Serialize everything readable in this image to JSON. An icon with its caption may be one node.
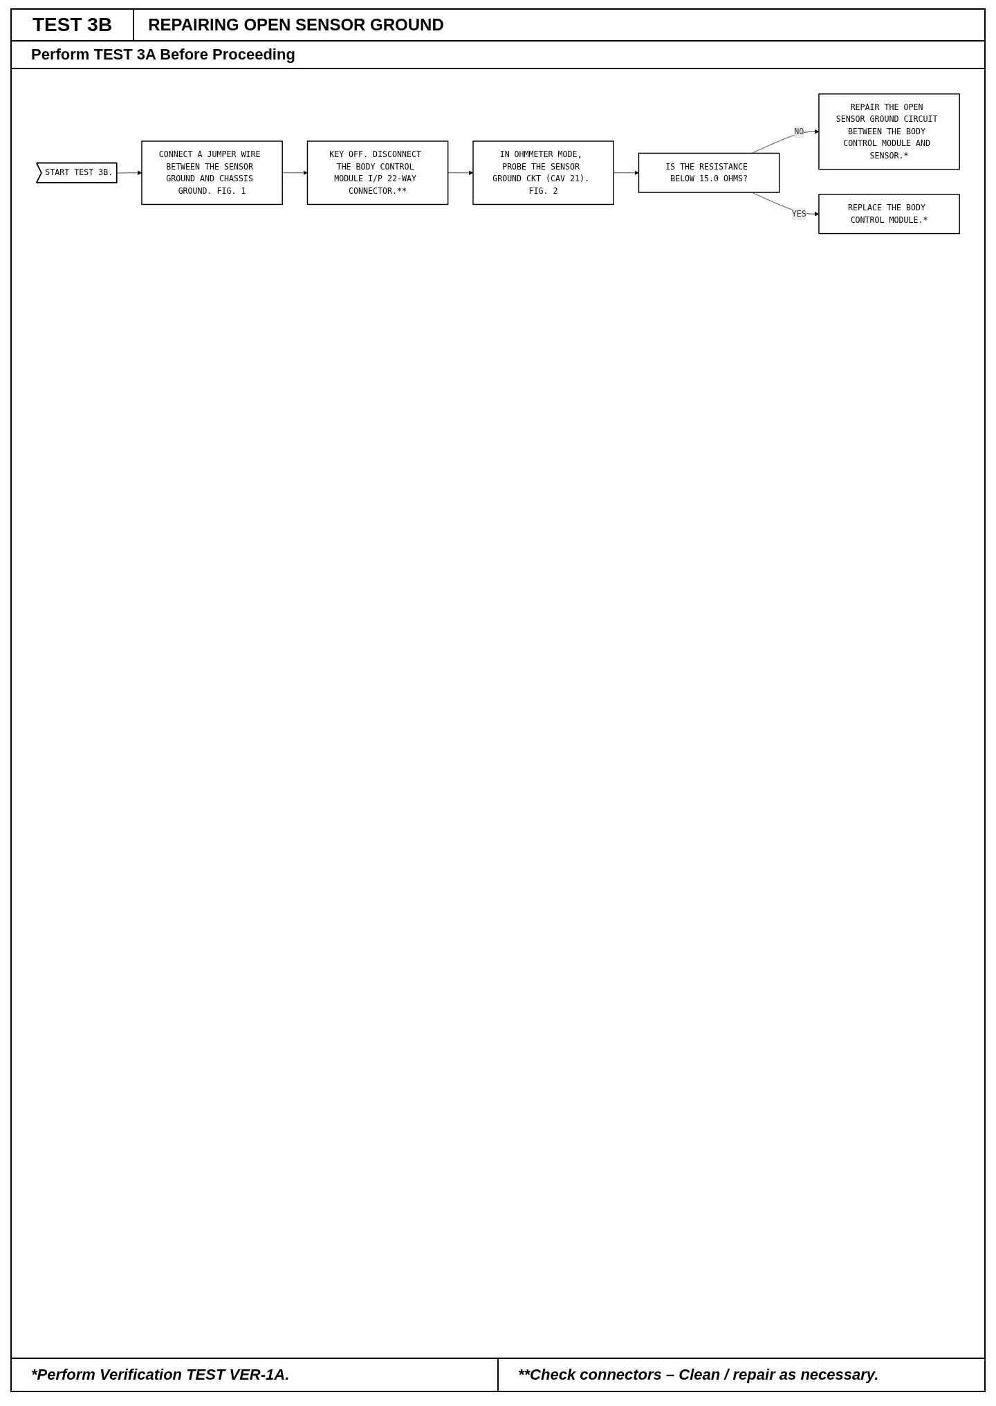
{
  "diagram": {
    "title": "REPAIRING OPEN SENSOR GROUND",
    "nodes": [
      {
        "text": [
          "START TEST 3B."
        ]
      },
      {
        "text": [
          "CONNECT A JUMPER WIRE BETWEEN THE SENSOR GROUND AND CHASSIS GROUND. FIG. 1"
        ]
      },
      {
        "text": [
          "KEY OFF. DISCONNECT THE BODY CONTROL MODULE I/P 22-WAY CONNECTOR.**"
        ]
      },
      {
        "text": [
          "IN OHMMETER MODE, PROBE THE SENSOR GROUND CKT (CAV 21). FIG. 2"
        ]
      },
      {
        "text": [
          "IS THE RESISTANCE BELOW 15.0 OHMS?"
        ]
      },
      {
        "text": [
          "REPAIR THE OPEN SENSOR GROUND CIRCUIT BETWEEN THE BODY CONTROL MODULE AND SENSOR.*"
        ]
      },
      {
        "text": [
          "REPLACE THE BODY CONTROL MODULE.*"
        ]
      }
    ],
    "edges": [
      {
        "from": 0,
        "to": 1,
        "arrow": "to"
      },
      {
        "from": 1,
        "to": 2,
        "arrow": "to"
      },
      {
        "from": 2,
        "to": 3,
        "arrow": "to"
      },
      {
        "from": 3,
        "to": 4,
        "arrow": "to"
      },
      {
        "from": 4,
        "to": 5,
        "label": "NO",
        "arrow": "to"
      },
      {
        "from": 4,
        "to": 6,
        "label": "YES",
        "arrow": "to"
      }
    ],
    "labels": [
      "TEST 3B",
      "Perform TEST 3A Before Proceeding",
      "*Perform Verification TEST VER-1A.",
      "**Check connectors – Clean / repair as necessary."
    ]
  }
}
